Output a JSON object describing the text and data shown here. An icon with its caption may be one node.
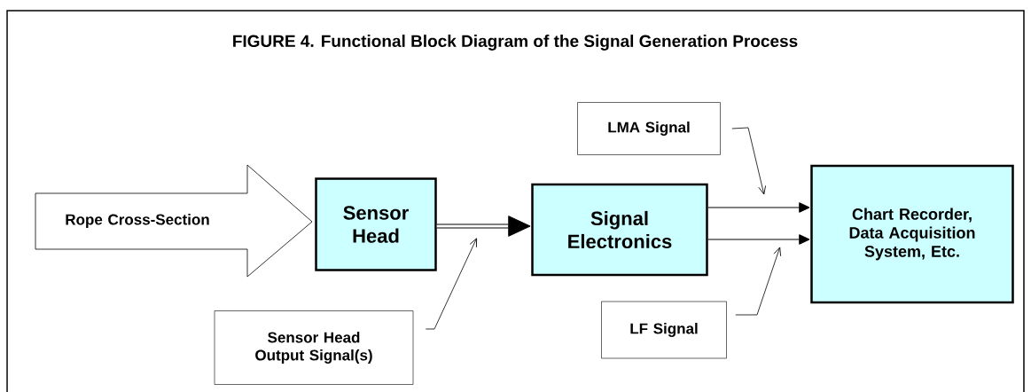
{
  "diagram": {
    "title": "FIGURE 4.  Functional Block Diagram of the Signal Generation Process",
    "nodes": [
      {
        "text": [
          "Rope Cross-Section"
        ]
      },
      {
        "text": [
          "Sensor Head"
        ]
      },
      {
        "text": [
          "Signal Electronics"
        ]
      },
      {
        "text": [
          "Chart Recorder, Data Acquisition System, Etc."
        ]
      },
      {
        "text": [
          "Sensor Head Output Signal(s)"
        ]
      },
      {
        "text": [
          "LMA Signal"
        ]
      },
      {
        "text": [
          "LF Signal"
        ]
      }
    ],
    "edges": [
      {
        "from": 1,
        "to": 2,
        "arrow": "to",
        "style": "thick"
      },
      {
        "from": 2,
        "to": 3,
        "arrow": "to"
      },
      {
        "from": 2,
        "to": 3,
        "arrow": "to"
      },
      {
        "from": 4,
        "to": null,
        "arrow": "to"
      },
      {
        "from": 5,
        "to": null,
        "arrow": "to"
      },
      {
        "from": 6,
        "to": null,
        "arrow": "to"
      }
    ]
  }
}
